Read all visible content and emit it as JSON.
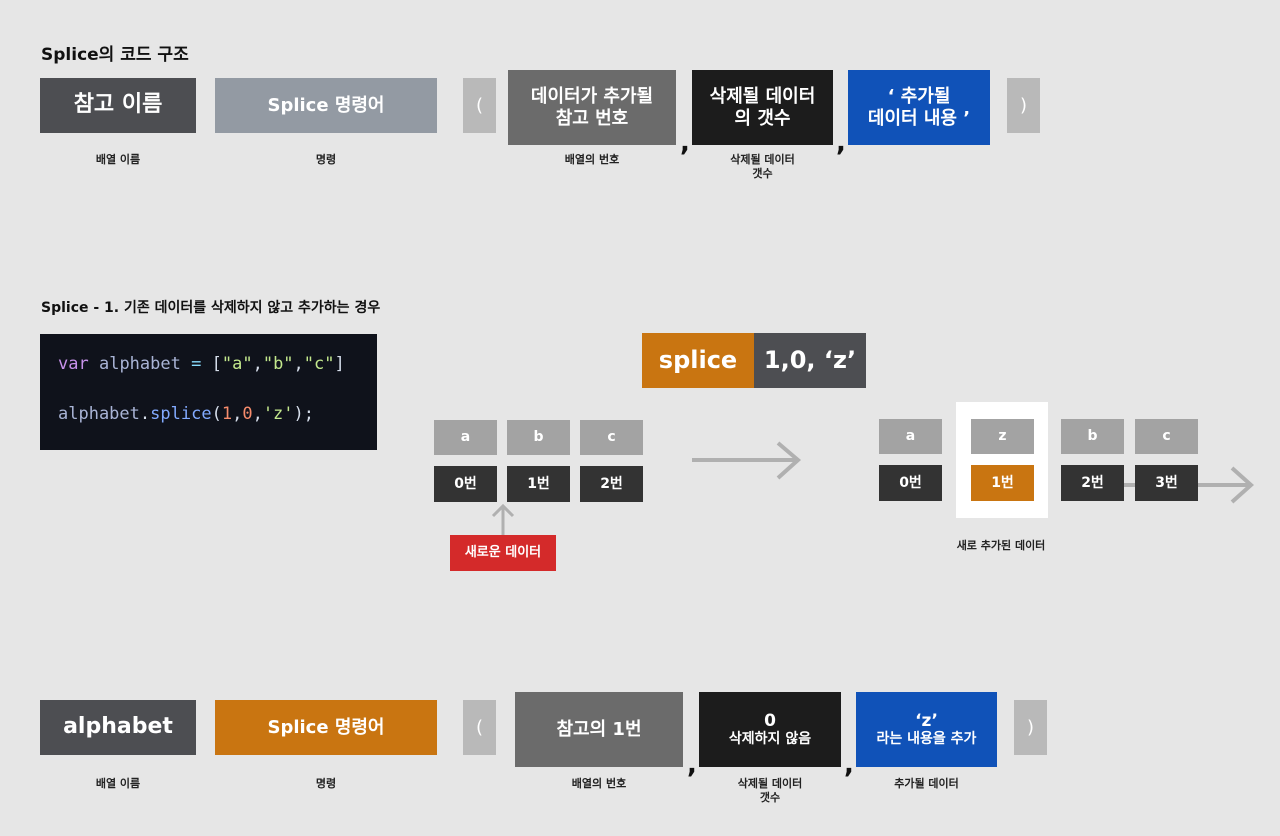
{
  "section1": {
    "title": "Splice의 코드 구조",
    "boxes": {
      "array_name": "참고 이름",
      "command": "Splice 명령어",
      "open_paren": "(",
      "index_line1": "데이터가 추가될",
      "index_line2": "참고 번호",
      "delete_line1": "삭제될 데이터",
      "delete_line2": "의 갯수",
      "add_line1": "‘ 추가될",
      "add_line2": "데이터 내용 ’",
      "close_paren": ")"
    },
    "captions": {
      "array_name": "배열 이름",
      "command": "명령",
      "index": "배열의 번호",
      "delete_line1": "삭제될 데이터",
      "delete_line2": "갯수"
    },
    "comma": ","
  },
  "section2": {
    "title": "Splice - 1. 기존 데이터를 삭제하지 않고 추가하는 경우",
    "code": {
      "line1": {
        "kw": "var",
        "name": "alphabet",
        "eq": "=",
        "open": "[",
        "a": "\"a\"",
        "b": "\"b\"",
        "c": "\"c\"",
        "close": "]",
        "comma": ","
      },
      "line2": {
        "obj": "alphabet",
        "dot": ".",
        "fn": "splice",
        "lp": "(",
        "n1": "1",
        "n2": "0",
        "str": "'z'",
        "rp": ")",
        "semi": ";",
        "comma": ","
      }
    },
    "banner": {
      "left": "splice",
      "right": "1,0, ‘z’"
    },
    "before": {
      "values": [
        "a",
        "b",
        "c"
      ],
      "indices": [
        "0번",
        "1번",
        "2번"
      ]
    },
    "after": {
      "values": [
        "a",
        "z",
        "b",
        "c"
      ],
      "indices": [
        "0번",
        "1번",
        "2번",
        "3번"
      ]
    },
    "new_data_label": "새로운 데이터",
    "added_caption": "새로 추가된 데이터"
  },
  "section3": {
    "boxes": {
      "array_name": "alphabet",
      "command": "Splice 명령어",
      "open_paren": "(",
      "index": "참고의 1번",
      "delete_line1": "0",
      "delete_line2": "삭제하지 않음",
      "add_line1": "‘z’",
      "add_line2": "라는 내용을 추가",
      "close_paren": ")"
    },
    "captions": {
      "array_name": "배열 이름",
      "command": "명령",
      "index": "배열의 번호",
      "delete_line1": "삭제될 데이터",
      "delete_line2": "갯수",
      "add": "추가될 데이터"
    }
  },
  "colors": {
    "background": "#e6e6e6",
    "dark_box": "#4d4e52",
    "gray_box": "#939aa3",
    "blue_box": "#1052b8",
    "orange_box": "#c97511",
    "red_label": "#d42a2a",
    "arrow": "#b0b0b0"
  }
}
